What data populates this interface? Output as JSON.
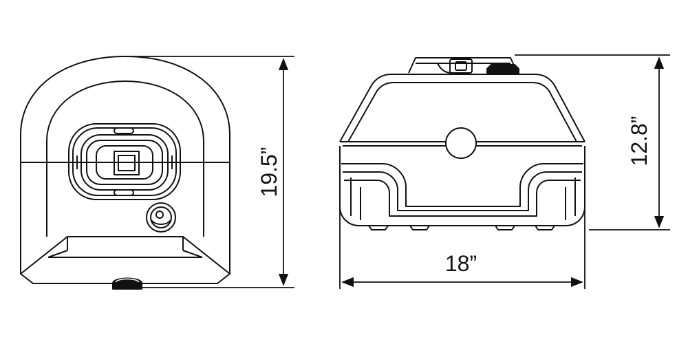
{
  "views": {
    "top": {
      "height_label": "19.5”"
    },
    "front": {
      "height_label": "12.8”",
      "width_label": "18”"
    }
  },
  "colors": {
    "line": "#111111",
    "background": "#ffffff"
  }
}
